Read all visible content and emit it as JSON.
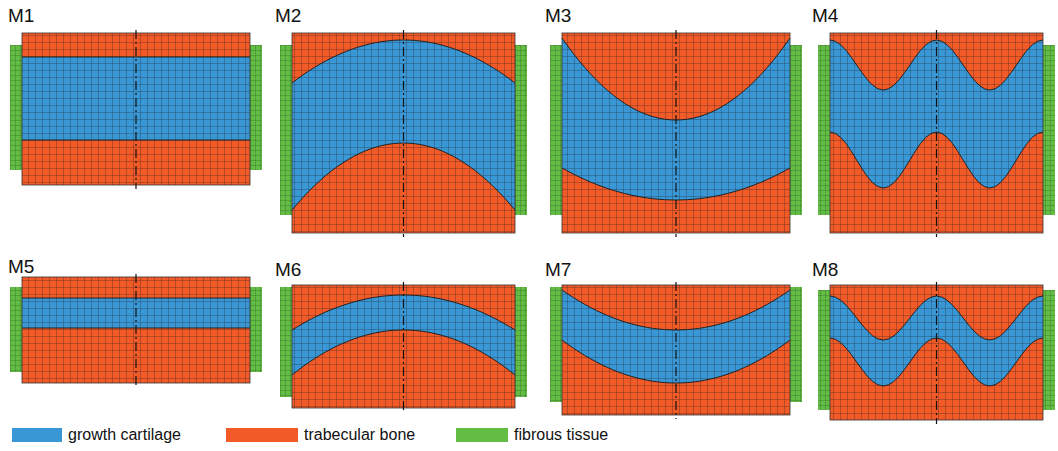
{
  "diagram": {
    "labels": [
      "M1",
      "M2",
      "M3",
      "M4",
      "M5",
      "M6",
      "M7",
      "M8"
    ],
    "legend": [
      {
        "text": "growth cartilage",
        "color": "#3a97d6"
      },
      {
        "text": "trabecular bone",
        "color": "#f25a28"
      },
      {
        "text": "fibrous tissue",
        "color": "#63bd45"
      }
    ]
  }
}
